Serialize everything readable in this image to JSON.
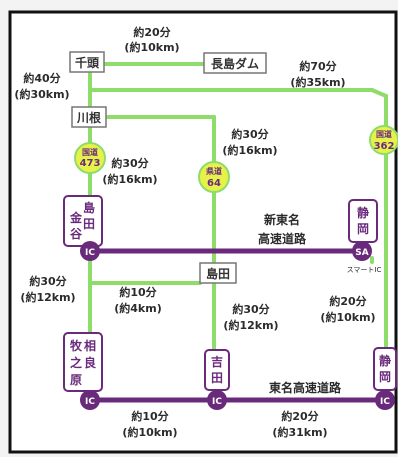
{
  "colors": {
    "frame": "#111111",
    "background": "#ffffff",
    "local_road": "#8edc6a",
    "expressway": "#6a2a7c",
    "route_marker": "#e6f24a"
  },
  "places": {
    "senzu": "千頭",
    "nagashima_dam": "長島ダム",
    "kawane": "川根",
    "shimada": "島田"
  },
  "interchanges": {
    "shimada_kanaya": [
      "島",
      "田",
      "金",
      "谷"
    ],
    "shizuoka_sa": [
      "静",
      "岡"
    ],
    "makinohara": [
      "牧",
      "相",
      "之",
      "良",
      "原"
    ],
    "yoshida": [
      "吉",
      "田"
    ],
    "shizuoka_ic": [
      "静",
      "岡"
    ],
    "ic": "IC",
    "sa": "SA",
    "smart_ic": "スマートIC"
  },
  "route_markers": {
    "r473": {
      "top": "国道",
      "num": "473"
    },
    "r64": {
      "top": "県道",
      "num": "64"
    },
    "r362": {
      "top": "国道",
      "num": "362"
    }
  },
  "expressways": {
    "shin_tomei_line1": "新東名",
    "shin_tomei_line2": "高速道路",
    "tomei": "東名高速道路"
  },
  "segments": {
    "senzu_dam": {
      "time": "約20分",
      "dist": "(約10km)"
    },
    "senzu_kawane": {
      "time": "約40分",
      "dist": "(約30km)"
    },
    "dam_shizuoka": {
      "time": "約70分",
      "dist": "(約35km)"
    },
    "kawane_shimada": {
      "time": "約30分",
      "dist": "(約16km)"
    },
    "r473_kanaya": {
      "time": "約30分",
      "dist": "(約16km)"
    },
    "kanaya_makinohara": {
      "time": "約30分",
      "dist": "(約12km)"
    },
    "kanaya_shimada": {
      "time": "約10分",
      "dist": "(約4km)"
    },
    "shimada_yoshida": {
      "time": "約30分",
      "dist": "(約12km)"
    },
    "sa_shizuokaic": {
      "time": "約20分",
      "dist": "(約10km)"
    },
    "makinohara_yoshida": {
      "time": "約10分",
      "dist": "(約10km)"
    },
    "yoshida_shizuoka": {
      "time": "約20分",
      "dist": "(約31km)"
    }
  }
}
